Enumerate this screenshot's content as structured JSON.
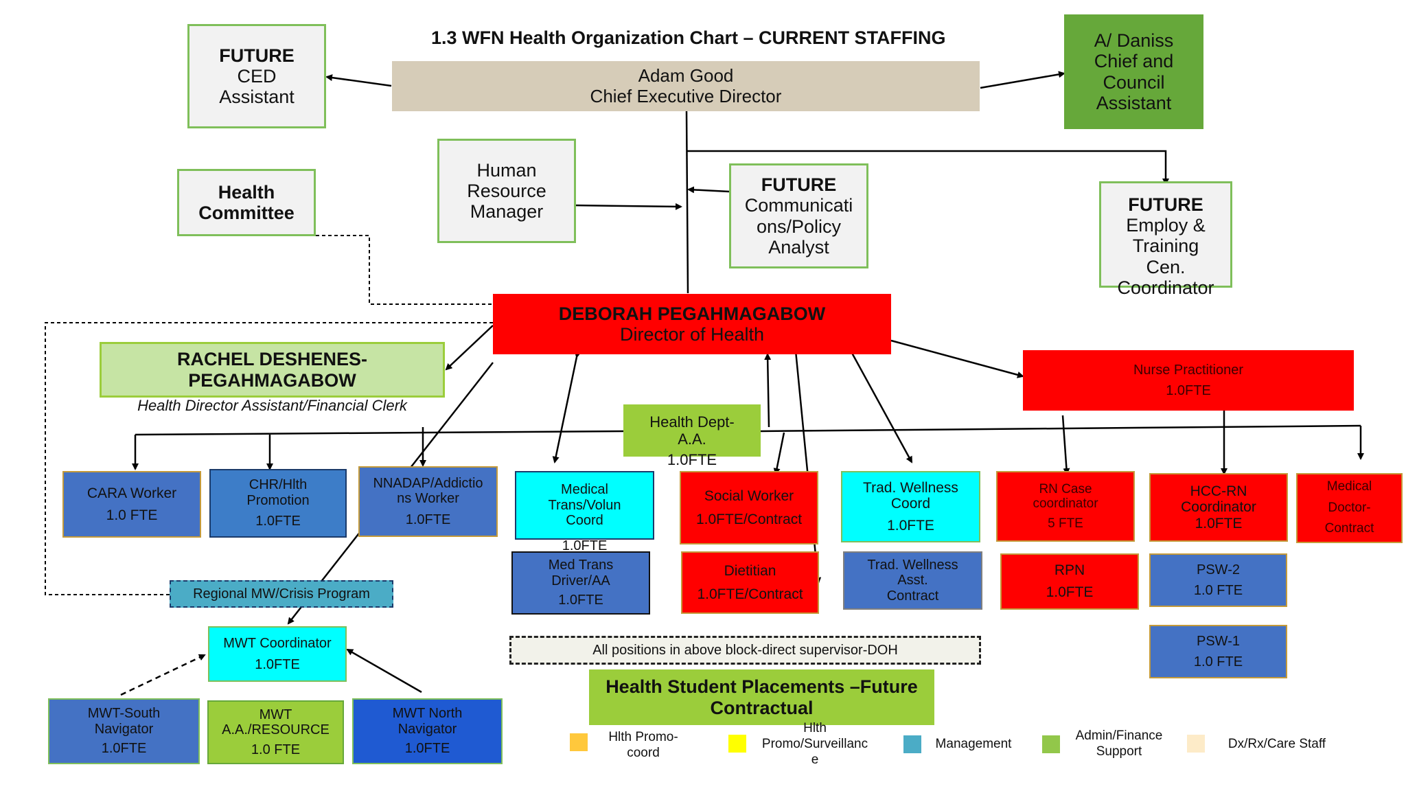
{
  "title": "1.3 WFN Health Organization Chart – CURRENT STAFFING",
  "colors": {
    "red": "#ff0000",
    "blue": "#4472c4",
    "steel_blue": "#3d7dc8",
    "dark_blue": "#1f5ad2",
    "cyan": "#00ffff",
    "green": "#66a83a",
    "light_green": "#9bcd3b",
    "pale_green": "#c6e4a4",
    "tan": "#d6ccb8",
    "gray_box": "#f2f2f2",
    "teal": "#4bacc6"
  },
  "boxes": {
    "future_ced": {
      "line1": "FUTURE",
      "line2": "CED",
      "line3": "Assistant"
    },
    "ced": {
      "name": "Adam Good",
      "role": "Chief Executive Director"
    },
    "chief_assistant": {
      "line1": "A/ Daniss",
      "line2": "Chief and",
      "line3": "Council",
      "line4": "Assistant"
    },
    "health_committee": {
      "line1": "Health",
      "line2": "Committee"
    },
    "hr_manager": {
      "line1": "Human",
      "line2": "Resource",
      "line3": "Manager"
    },
    "future_comms": {
      "line1": "FUTURE",
      "line2": "Communicati",
      "line3": "ons/Policy",
      "line4": "Analyst"
    },
    "future_employ": {
      "line1": "FUTURE",
      "line2": "Employ &",
      "line3": "Training",
      "line4": "Cen.",
      "line5": "Coordinator"
    },
    "director": {
      "name": "DEBORAH PEGAHMAGABOW",
      "role": "Director of Health"
    },
    "rachel": {
      "name1": "RACHEL DESHENES-",
      "name2": "PEGAHMAGABOW",
      "role": "Health Director Assistant/Financial Clerk"
    },
    "nurse_practitioner": {
      "line1": "Nurse Practitioner",
      "line2": "1.0FTE"
    },
    "health_dept_aa": {
      "line1": "Health Dept-",
      "line2": "A.A.",
      "line3": "1.0FTE"
    },
    "cara": {
      "line1": "CARA Worker",
      "line2": "1.0 FTE"
    },
    "chr": {
      "line1": "CHR/Hlth",
      "line2": "Promotion",
      "line3": "1.0FTE"
    },
    "nnadap": {
      "line1": "NNADAP/Addictio",
      "line2": "ns Worker",
      "line3": "1.0FTE"
    },
    "med_trans": {
      "line1": "Medical",
      "line2": "Trans/Volun",
      "line3": "Coord",
      "line4": "1.0FTE"
    },
    "med_driver": {
      "line1": "Med Trans",
      "line2": "Driver/AA",
      "line3": "1.0FTE"
    },
    "social_worker": {
      "line1": "Social Worker",
      "line2": "1.0FTE/Contract"
    },
    "dietitian": {
      "line1": "Dietitian",
      "line2": "1.0FTE/Contract"
    },
    "trad_coord": {
      "line1": "Trad. Wellness",
      "line2": "Coord",
      "line3": "1.0FTE"
    },
    "trad_asst": {
      "line1": "Trad. Wellness",
      "line2": "Asst.",
      "line3": "Contract"
    },
    "rn_case": {
      "line1": "RN Case",
      "line2": "coordinator",
      "line3": "5 FTE"
    },
    "rpn": {
      "line1": "RPN",
      "line2": "1.0FTE"
    },
    "hcc_rn": {
      "line1": "HCC-RN",
      "line2": "Coordinator",
      "line3": "1.0FTE"
    },
    "psw2": {
      "line1": "PSW-2",
      "line2": "1.0 FTE"
    },
    "psw1": {
      "line1": "PSW-1",
      "line2": "1.0 FTE"
    },
    "med_doctor": {
      "line1": "Medical",
      "line2": "Doctor-",
      "line3": "Contract"
    },
    "regional": {
      "line1": "Regional MW/Crisis Program"
    },
    "mwt_coord": {
      "line1": "MWT Coordinator",
      "line2": "1.0FTE"
    },
    "mwt_south": {
      "line1": "MWT-South",
      "line2": "Navigator",
      "line3": "1.0FTE"
    },
    "mwt_aa": {
      "line1": "MWT",
      "line2": "A.A./RESOURCE",
      "line3": "1.0 FTE"
    },
    "mwt_north": {
      "line1": "MWT North",
      "line2": "Navigator",
      "line3": "1.0FTE"
    },
    "all_positions": {
      "line1": "All positions in above block-direct supervisor-DOH"
    },
    "students": {
      "line1": "Health Student Placements –Future",
      "line2": "Contractual"
    }
  },
  "legend": [
    {
      "label1": "Hlth Promo-",
      "label2": "coord",
      "color": "#ffc83c",
      "icon": "swatch-square"
    },
    {
      "label1": "Hlth",
      "label2": "Promo/Surveillanc",
      "label3": "e",
      "color": "#ffff00",
      "icon": "swatch-square"
    },
    {
      "label1": "Management",
      "color": "#4bacc6",
      "icon": "swatch-square"
    },
    {
      "label1": "Admin/Finance",
      "label2": "Support",
      "color": "#92c74a",
      "icon": "swatch-square"
    },
    {
      "label1": "Dx/Rx/Care Staff",
      "color": "#fdebc8",
      "icon": "swatch-square"
    }
  ]
}
